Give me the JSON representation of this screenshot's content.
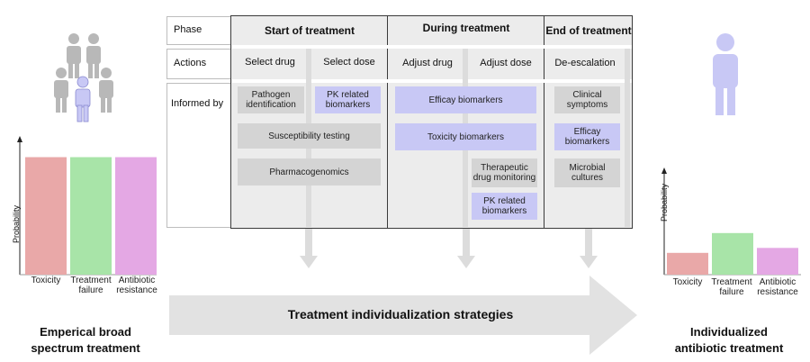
{
  "rows": {
    "phase": "Phase",
    "actions": "Actions",
    "informed_by": "Informed by"
  },
  "phases": {
    "start": "Start of treatment",
    "during": "During treatment",
    "end": "End of treatment"
  },
  "actions": {
    "select_drug": "Select drug",
    "select_dose": "Select dose",
    "adjust_drug": "Adjust drug",
    "adjust_dose": "Adjust dose",
    "deescalation": "De-escalation"
  },
  "informers": {
    "pathogen_id": "Pathogen identification",
    "pk_biomarkers_1": "PK related biomarkers",
    "susceptibility": "Susceptibility testing",
    "pharmacogenomics": "Pharmacogenomics",
    "efficacy_biomarkers": "Efficay biomarkers",
    "toxicity_biomarkers": "Toxicity biomarkers",
    "tdm": "Therapeutic drug monitoring",
    "pk_biomarkers_2": "PK related biomarkers",
    "clinical_symptoms": "Clinical symptoms",
    "efficacy_biomarkers_end": "Efficay biomarkers",
    "microbial_cultures": "Microbial cultures"
  },
  "arrow_label": "Treatment individualization strategies",
  "left": {
    "caption_line1": "Emperical broad",
    "caption_line2": "spectrum treatment",
    "ylabel": "Probability",
    "bars": [
      {
        "line1": "Toxicity",
        "line2": "",
        "value": 0.9,
        "color": "#e9a8a8"
      },
      {
        "line1": "Treatment",
        "line2": "failure",
        "value": 0.9,
        "color": "#a8e4a8"
      },
      {
        "line1": "Antibiotic",
        "line2": "resistance",
        "value": 0.9,
        "color": "#e4a8e4"
      }
    ]
  },
  "right": {
    "caption_line1": "Individualized",
    "caption_line2": "antibiotic treatment",
    "ylabel": "Probability",
    "bars": [
      {
        "line1": "Toxicity",
        "line2": "",
        "value": 0.22,
        "color": "#e9a8a8"
      },
      {
        "line1": "Treatment",
        "line2": "failure",
        "value": 0.42,
        "color": "#a8e4a8"
      },
      {
        "line1": "Antibiotic",
        "line2": "resistance",
        "value": 0.27,
        "color": "#e4a8e4"
      }
    ]
  },
  "colors": {
    "person_gray": "#b8b8b8",
    "person_highlight": "#c8c8f5",
    "arrow": "#e2e2e2"
  }
}
